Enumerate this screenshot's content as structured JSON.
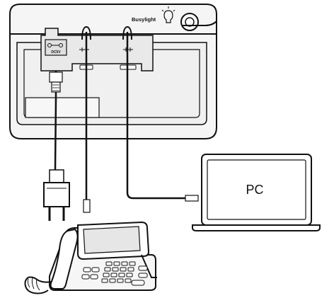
{
  "device": {
    "busylight_label": "Busylight",
    "dc_port_label": "DC5V"
  },
  "pc": {
    "label": "PC"
  },
  "colors": {
    "line": "#111111",
    "device_fill": "#f3f3f3",
    "screen_fill": "#e6e6e6",
    "cable": "#111111"
  },
  "icons": {
    "usb": "usb-icon",
    "busylight": "lightbulb-icon",
    "power_button": "power-button-icon"
  }
}
